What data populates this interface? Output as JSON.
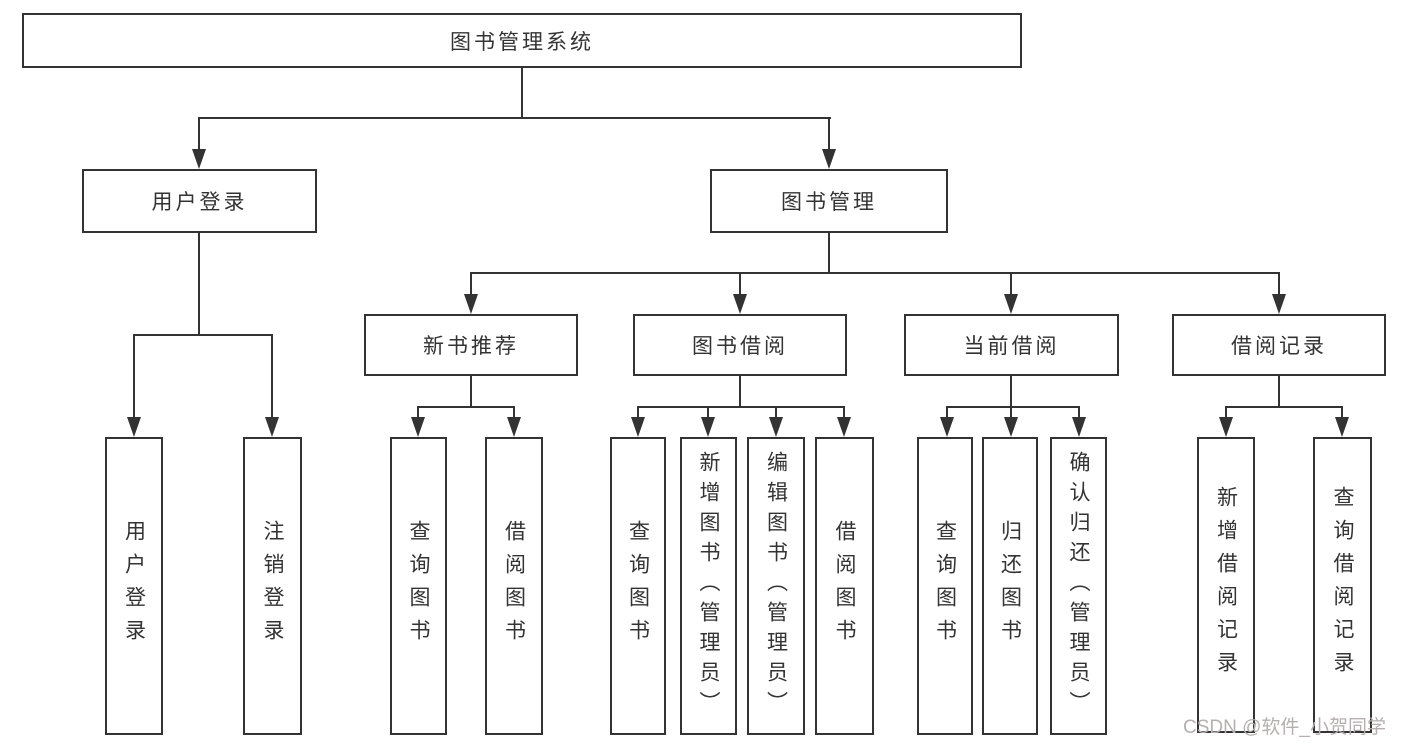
{
  "diagram": {
    "root": {
      "label": "图书管理系统"
    },
    "level1": [
      {
        "label": "用户登录"
      },
      {
        "label": "图书管理"
      }
    ],
    "level2": [
      {
        "label": "新书推荐"
      },
      {
        "label": "图书借阅"
      },
      {
        "label": "当前借阅"
      },
      {
        "label": "借阅记录"
      }
    ],
    "leaves": [
      {
        "label": "用户登录"
      },
      {
        "label": "注销登录"
      },
      {
        "label": "查询图书"
      },
      {
        "label": "借阅图书"
      },
      {
        "label": "查询图书"
      },
      {
        "label": "新增图书（管理员）"
      },
      {
        "label": "编辑图书（管理员）"
      },
      {
        "label": "借阅图书"
      },
      {
        "label": "查询图书"
      },
      {
        "label": "归还图书"
      },
      {
        "label": "确认归还（管理员）"
      },
      {
        "label": "新增借阅记录"
      },
      {
        "label": "查询借阅记录"
      }
    ],
    "watermark": "CSDN @软件_小贺同学",
    "colors": {
      "line": "#333333",
      "border": "#333333",
      "text": "#333333",
      "watermark": "#b5afaf",
      "background": "#ffffff"
    }
  }
}
